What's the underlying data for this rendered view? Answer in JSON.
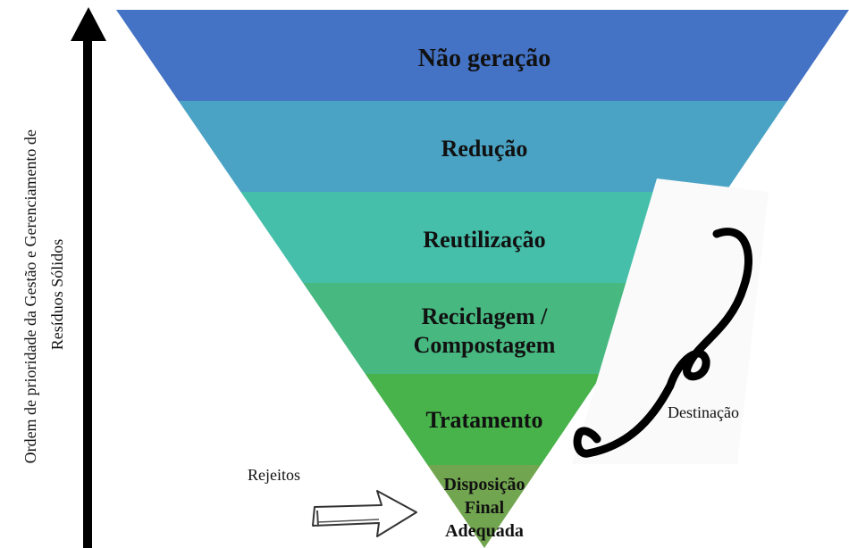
{
  "axis": {
    "line1": "Ordem de prioridade da Gestão e Gerenciamento de",
    "line2": "Resíduos Sólidos"
  },
  "levels": [
    {
      "lines": [
        "Não geração"
      ],
      "color": "#4472C4"
    },
    {
      "lines": [
        "Redução"
      ],
      "color": "#4AA3C4"
    },
    {
      "lines": [
        "Reutilização"
      ],
      "color": "#46BFAA"
    },
    {
      "lines": [
        "Reciclagem /",
        "Compostagem"
      ],
      "color": "#47B880"
    },
    {
      "lines": [
        "Tratamento"
      ],
      "color": "#48B24B"
    },
    {
      "lines": [
        "Disposição",
        "Final",
        "Adequada"
      ],
      "color": "#72A550"
    }
  ],
  "labels": {
    "destinacao": "Destinação",
    "rejeitos": "Rejeitos"
  },
  "icons": {
    "axis_arrow": "up-arrow-icon",
    "brace": "curly-brace-icon",
    "rejeitos_arrow": "hand-drawn-right-arrow-icon"
  }
}
